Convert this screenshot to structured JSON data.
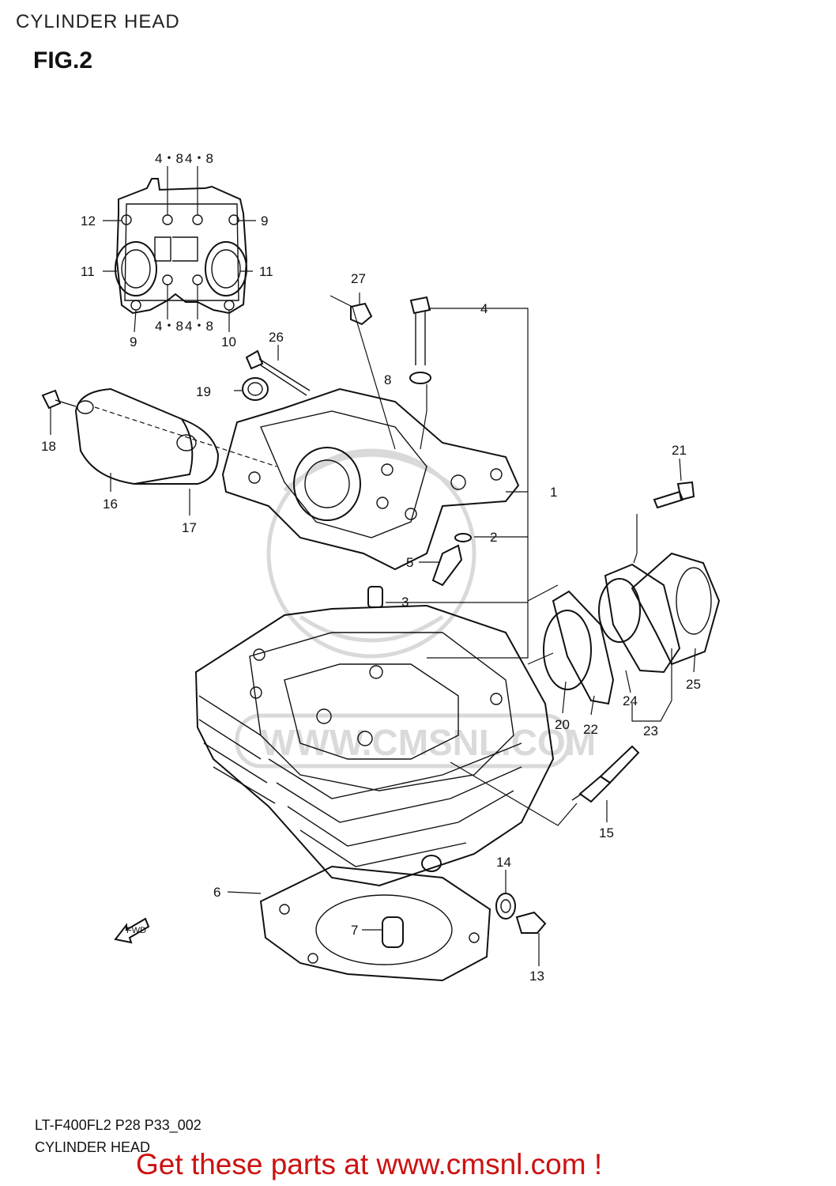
{
  "header": {
    "title": "CYLINDER HEAD",
    "figure": "FIG.2"
  },
  "watermark": {
    "text": "WWW.CMSNL.COM"
  },
  "fwd_arrow": {
    "label": "FWD"
  },
  "callouts": {
    "c1": "1",
    "c2": "2",
    "c3": "3",
    "c4": "4",
    "c5": "5",
    "c6": "6",
    "c7": "7",
    "c8": "8",
    "c9a": "9",
    "c9b": "9",
    "c10": "10",
    "c11a": "11",
    "c11b": "11",
    "c12": "12",
    "c13": "13",
    "c14": "14",
    "c15": "15",
    "c16": "16",
    "c17": "17",
    "c18": "18",
    "c19": "19",
    "c20": "20",
    "c21": "21",
    "c22": "22",
    "c23": "23",
    "c24": "24",
    "c25": "25",
    "c26": "26",
    "c27": "27",
    "tq1": "4・8",
    "tq2": "4・8",
    "tq3": "4・8",
    "tq4": "4・8"
  },
  "footer": {
    "code": "LT-F400FL2  P28  P33_002",
    "name": "CYLINDER HEAD",
    "promo": "Get these parts at www.cmsnl.com !"
  },
  "colors": {
    "promo": "#cc1111",
    "line": "#111111",
    "watermark": "#d9d9d9"
  }
}
